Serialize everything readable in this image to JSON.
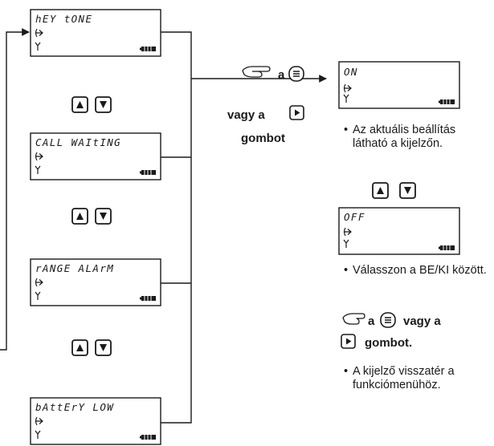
{
  "menu_screens": [
    {
      "text": "hEY tONE"
    },
    {
      "text": "CALL WAItING"
    },
    {
      "text": "rANGE ALArM"
    },
    {
      "text": "bAttErY LOW"
    }
  ],
  "value_screens": [
    {
      "text": "ON"
    },
    {
      "text": "OFF"
    }
  ],
  "middle": {
    "a_label": "a",
    "or_label": "vagy a",
    "button_label": "gombot"
  },
  "notes": {
    "current_setting": "Az aktuális beállítás látható a kijelzőn.",
    "choose": "Válasszon a BE/KI között.",
    "press_a": "a",
    "press_or": "vagy a",
    "press_button": "gombot.",
    "return": "A kijelző visszatér a funkciómenühöz."
  },
  "icons": {
    "arrow": "arrow-icon",
    "antenna": "antenna-icon",
    "battery": "battery-icon",
    "up": "up-arrow-button-icon",
    "down": "down-arrow-button-icon",
    "menu": "menu-button-icon",
    "play": "play-button-icon",
    "hand": "pointing-hand-icon"
  }
}
